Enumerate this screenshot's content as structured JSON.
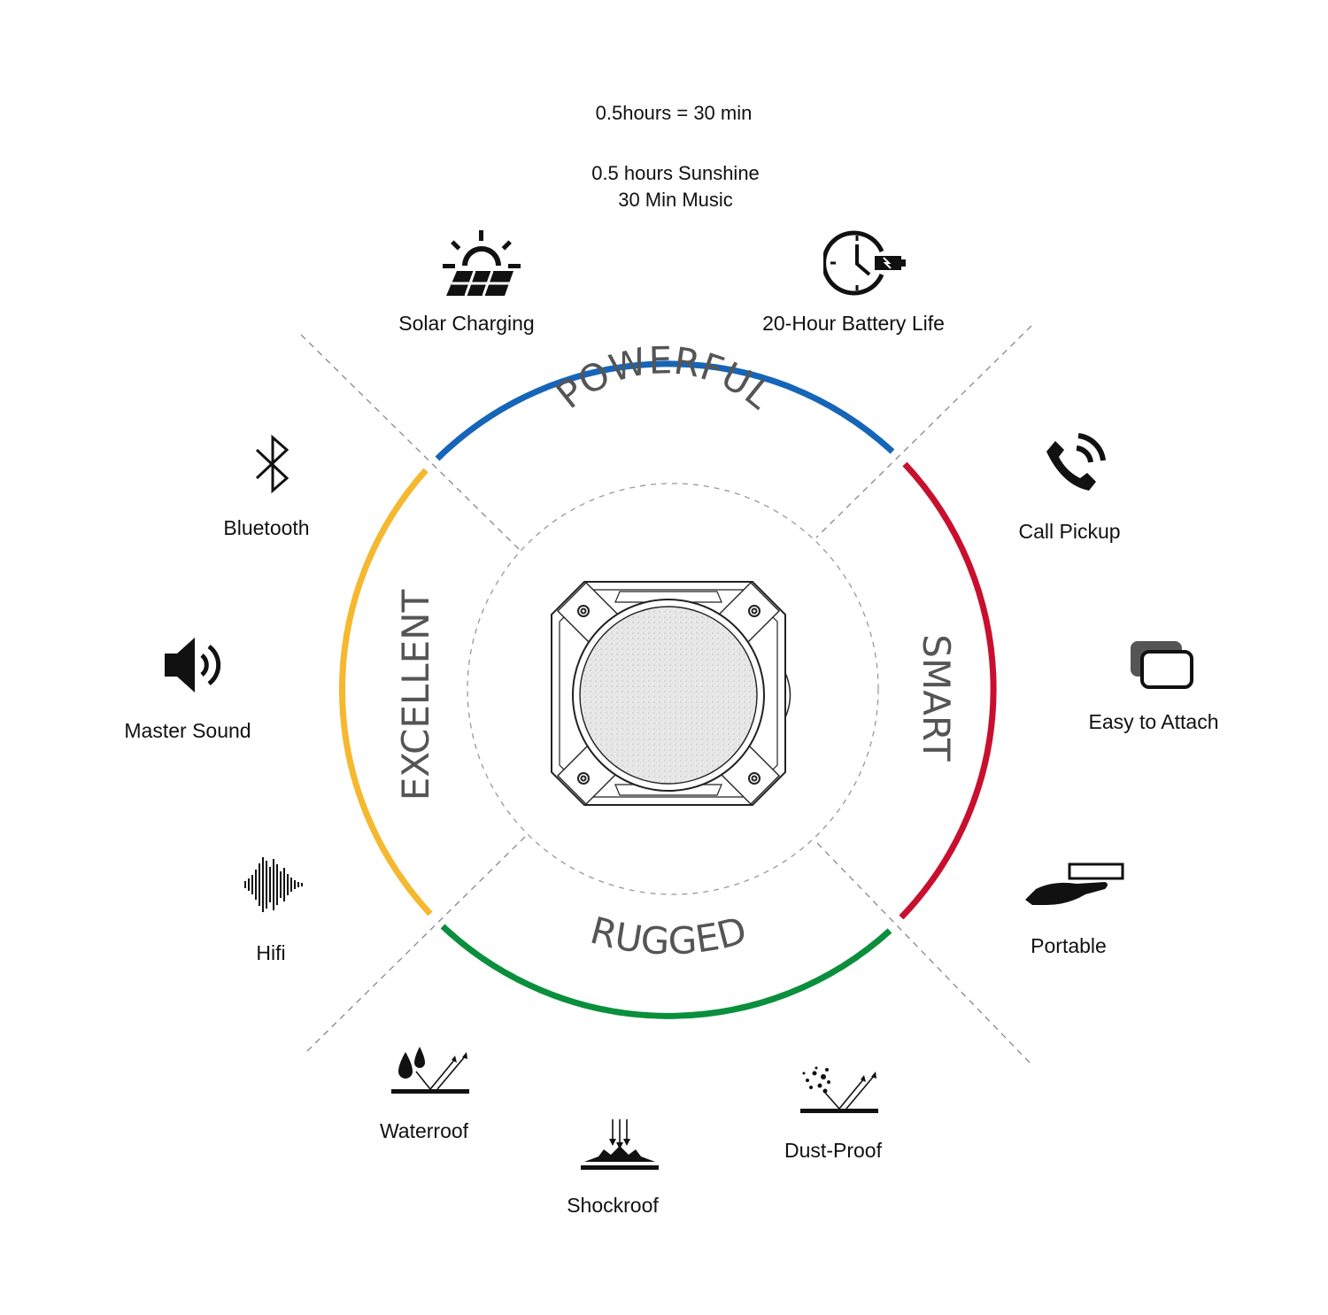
{
  "notes": {
    "line1": "0.5hours = 30 min",
    "line2": "0.5 hours Sunshine",
    "line3": "30 Min Music"
  },
  "categories": {
    "powerful": {
      "label": "POWERFUL",
      "color": "#1565b8"
    },
    "smart": {
      "label": "SMART",
      "color": "#c8102e"
    },
    "rugged": {
      "label": "RUGGED",
      "color": "#0a8f3c"
    },
    "excellent": {
      "label": "EXCELLENT",
      "color": "#f5b82e"
    }
  },
  "features": {
    "solar": {
      "label": "Solar Charging",
      "icon": "solar-panel-icon"
    },
    "battery": {
      "label": "20-Hour Battery Life",
      "icon": "clock-battery-icon"
    },
    "call": {
      "label": "Call Pickup",
      "icon": "phone-icon"
    },
    "attach": {
      "label": "Easy to Attach",
      "icon": "overlap-rectangles-icon"
    },
    "portable": {
      "label": "Portable",
      "icon": "hand-holding-icon"
    },
    "dust": {
      "label": "Dust-Proof",
      "icon": "dust-reflect-icon"
    },
    "shock": {
      "label": "Shockroof",
      "icon": "impact-icon"
    },
    "water": {
      "label": "Waterroof",
      "icon": "water-drops-icon"
    },
    "hifi": {
      "label": "Hifi",
      "icon": "sound-wave-icon"
    },
    "sound": {
      "label": "Master Sound",
      "icon": "speaker-icon"
    },
    "bluetooth": {
      "label": "Bluetooth",
      "icon": "bluetooth-icon"
    }
  }
}
